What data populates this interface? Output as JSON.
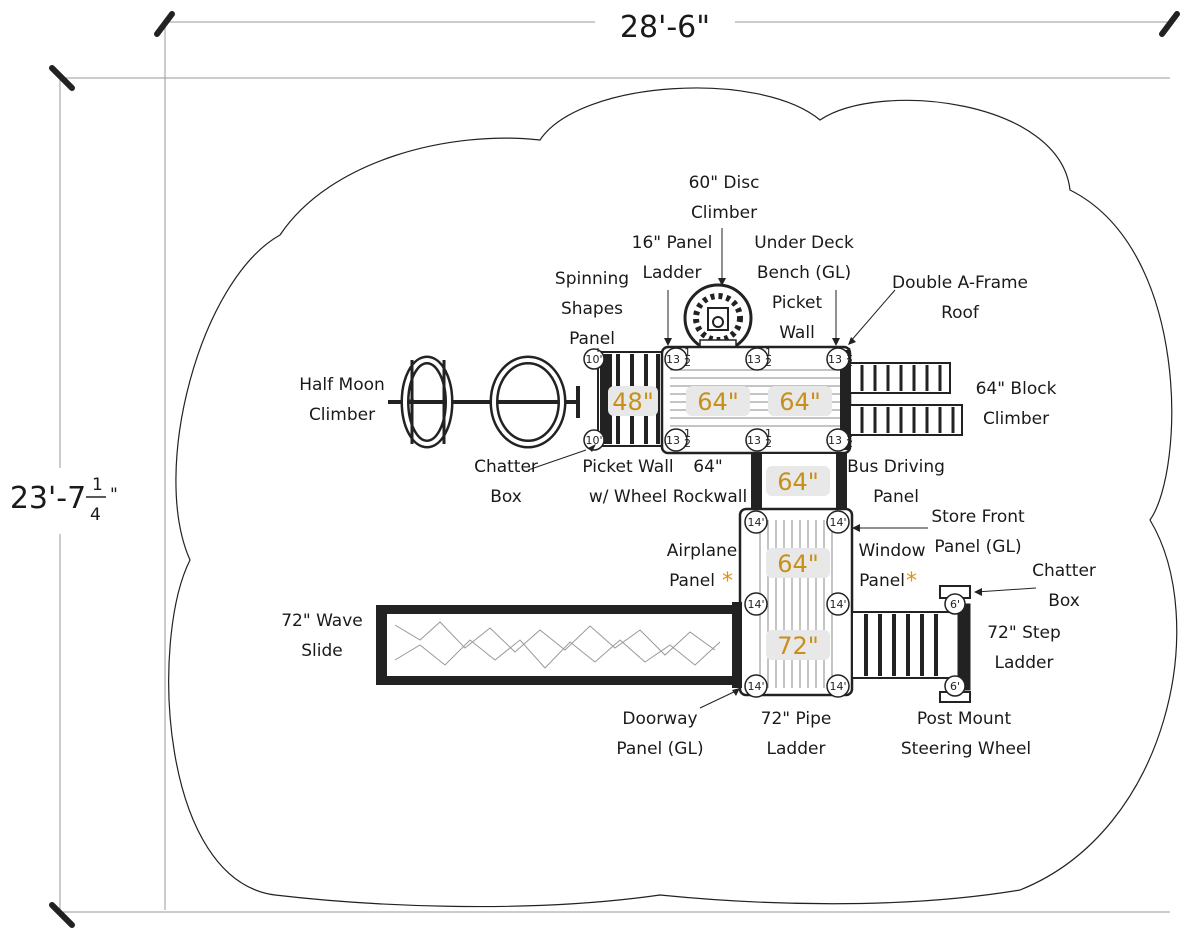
{
  "dimensions": {
    "width": "28'-6\"",
    "height_whole": "23'-7",
    "height_num": "1",
    "height_den": "4",
    "height_unit": "\""
  },
  "decks": [
    "48\"",
    "64\"",
    "64\"",
    "64\"",
    "64\"",
    "72\""
  ],
  "posts": {
    "p10": "10'",
    "p13": "13",
    "half": "1",
    "half_den": "2",
    "p14": "14'",
    "p6": "6'"
  },
  "asterisk": "*",
  "labels": {
    "disc_1": "60\" Disc",
    "disc_2": "Climber",
    "panel_ladder_1": "16\" Panel",
    "panel_ladder_2": "Ladder",
    "under_deck_1": "Under Deck",
    "under_deck_2": "Bench (GL)",
    "picket_1": "Picket",
    "picket_2": "Wall",
    "roof_1": "Double A-Frame",
    "roof_2": "Roof",
    "spinning_1": "Spinning",
    "spinning_2": "Shapes",
    "spinning_3": "Panel",
    "half_moon_1": "Half Moon",
    "half_moon_2": "Climber",
    "block_1": "64\" Block",
    "block_2": "Climber",
    "chatter_left_1": "Chatter",
    "chatter_left_2": "Box",
    "picket_wheel_1": "Picket Wall",
    "picket_wheel_2": "w/ Wheel",
    "rockwall_1": "64\"",
    "rockwall_2": "Rockwall",
    "bus_1": "Bus Driving",
    "bus_2": "Panel",
    "store_1": "Store Front",
    "store_2": "Panel (GL)",
    "airplane_1": "Airplane",
    "airplane_2": "Panel",
    "window_1": "Window",
    "window_2": "Panel",
    "chatter_right_1": "Chatter",
    "chatter_right_2": "Box",
    "wave_1": "72\" Wave",
    "wave_2": "Slide",
    "step_1": "72\" Step",
    "step_2": "Ladder",
    "doorway_1": "Doorway",
    "doorway_2": "Panel (GL)",
    "pipe_1": "72\" Pipe",
    "pipe_2": "Ladder",
    "steering_1": "Post Mount",
    "steering_2": "Steering Wheel"
  }
}
